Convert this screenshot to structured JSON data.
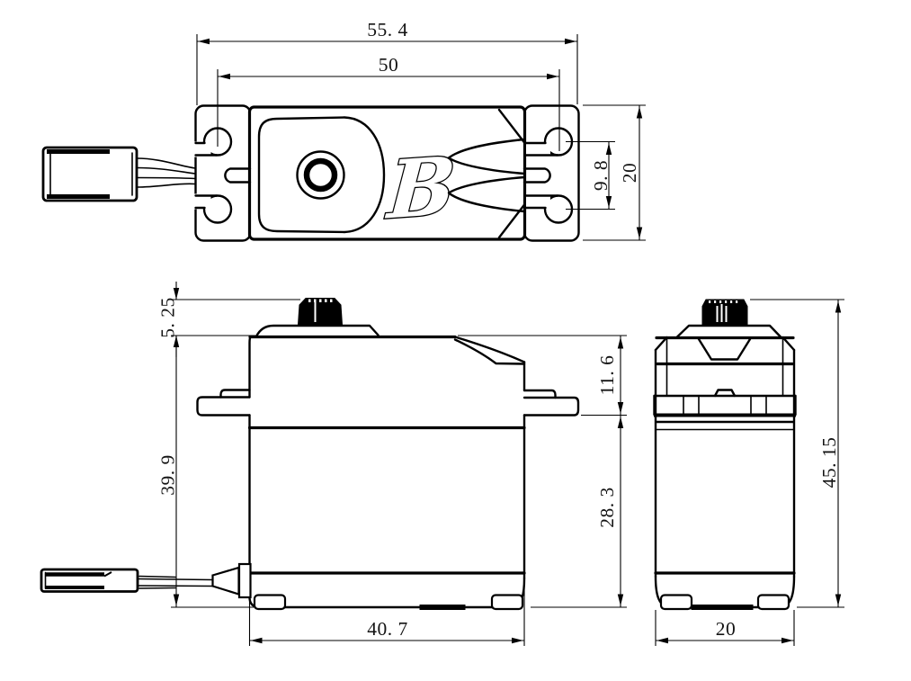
{
  "drawing": {
    "background": "#ffffff",
    "line_color": "#000000",
    "logo_glyph": "B",
    "dimensions": {
      "top_view": {
        "overall_width": "55. 4",
        "mount_hole_span": "50",
        "mount_hole_pitch": "9. 8",
        "tab_width": "20"
      },
      "front_view": {
        "spline_height": "5. 25",
        "body_height": "39. 9",
        "upper_section_height": "11. 6",
        "lower_section_height": "28. 3",
        "body_width": "40. 7"
      },
      "side_view": {
        "overall_height": "45. 15",
        "body_depth": "20"
      }
    }
  }
}
